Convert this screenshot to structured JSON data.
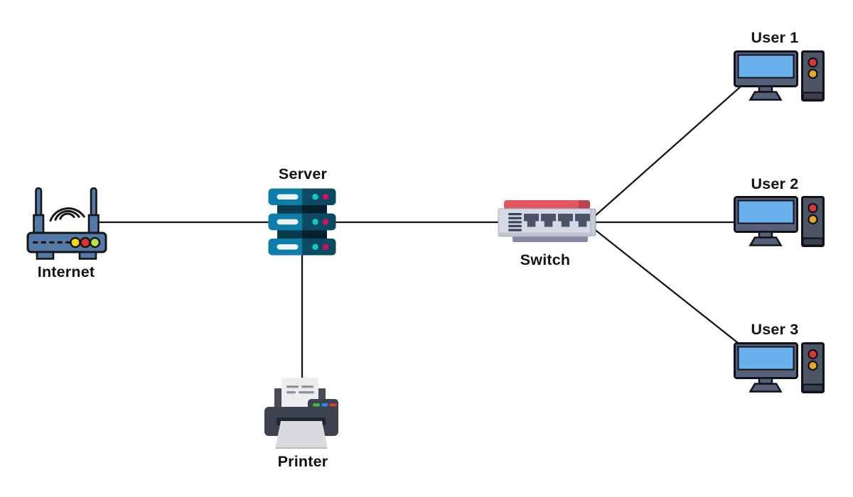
{
  "diagram": {
    "type": "network-topology",
    "background_color": "#ffffff",
    "line_color": "#131313",
    "nodes": {
      "internet": {
        "label": "Internet",
        "device": "wifi-router",
        "colors": {
          "body": "#5379a7",
          "led_yellow": "#f5d912",
          "led_red": "#e12f2f",
          "led_green": "#b5e04e"
        }
      },
      "server": {
        "label": "Server",
        "device": "server-rack",
        "colors": {
          "panel_left": "#0d7ea9",
          "panel_right": "#0b4a61",
          "dot_teal": "#16c9b3",
          "dot_pink": "#d50f5f"
        }
      },
      "switch": {
        "label": "Switch",
        "device": "network-switch",
        "colors": {
          "body": "#d4dbe4",
          "top_strip": "#e45562",
          "bottom_strip": "#8b86a3",
          "ports": "#4b5269"
        }
      },
      "printer": {
        "label": "Printer",
        "device": "printer",
        "colors": {
          "body": "#3d434e",
          "led_green": "#3fb550",
          "led_blue": "#2b87e3",
          "led_red": "#e13b30"
        }
      },
      "user1": {
        "label": "User 1",
        "device": "desktop-computer",
        "colors": {
          "screen": "#6ab0ec",
          "tower": "#4d5464",
          "button_red": "#d93a37",
          "button_orange": "#eda728"
        }
      },
      "user2": {
        "label": "User 2",
        "device": "desktop-computer"
      },
      "user3": {
        "label": "User 3",
        "device": "desktop-computer"
      }
    },
    "connections": [
      {
        "from": "internet",
        "to": "server"
      },
      {
        "from": "server",
        "to": "switch"
      },
      {
        "from": "server",
        "to": "printer"
      },
      {
        "from": "switch",
        "to": "user1"
      },
      {
        "from": "switch",
        "to": "user2"
      },
      {
        "from": "switch",
        "to": "user3"
      }
    ]
  }
}
